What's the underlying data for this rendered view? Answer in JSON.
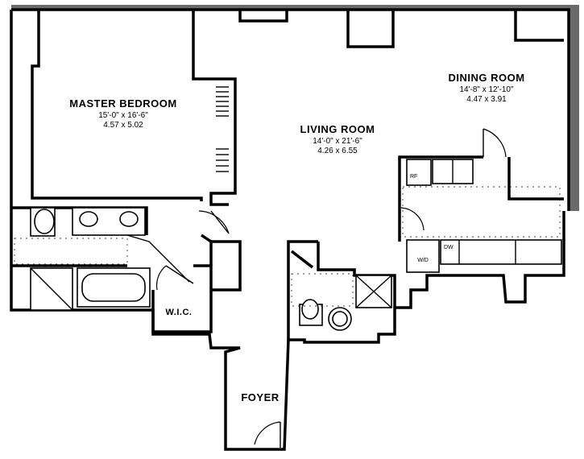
{
  "rooms": {
    "master_bedroom": {
      "name": "MASTER BEDROOM",
      "dim_ft": "15'-0\" x 16'-6\"",
      "dim_m": "4.57 x 5.02"
    },
    "living_room": {
      "name": "LIVING ROOM",
      "dim_ft": "14'-0\" x 21'-6\"",
      "dim_m": "4.26 x 6.55"
    },
    "dining_room": {
      "name": "DINING ROOM",
      "dim_ft": "14'-8\" x 12'-10\"",
      "dim_m": "4.47 x 3.91"
    },
    "wic": {
      "name": "W.I.C."
    },
    "foyer": {
      "name": "FOYER"
    }
  },
  "fixtures": {
    "kitchen_refrigerator": "RF",
    "kitchen_dishwasher": "DW",
    "washer_dryer": "W/D"
  }
}
